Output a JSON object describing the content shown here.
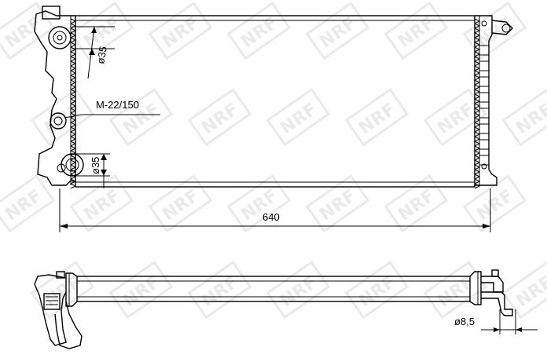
{
  "watermark": {
    "text": "NRF"
  },
  "dimensions": {
    "inlet_diameter": "ø35",
    "outlet_diameter": "ø35",
    "sensor_thread": "M-22/150",
    "core_width": "640",
    "pin_diameter": "ø8,5"
  }
}
